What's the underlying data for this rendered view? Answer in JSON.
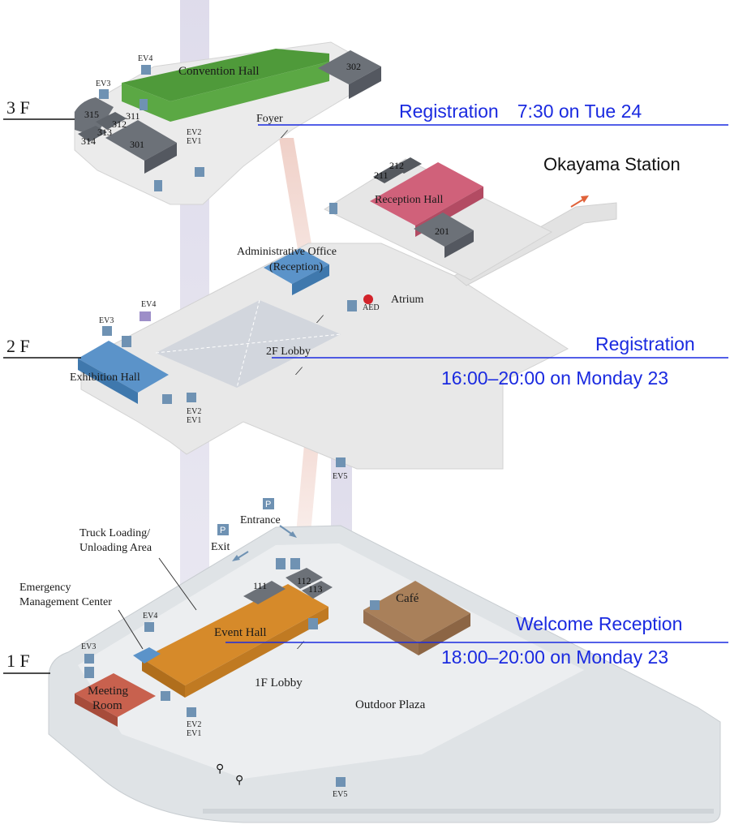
{
  "floors": {
    "f3": "3 F",
    "f2": "2 F",
    "f1": "1 F"
  },
  "rooms3f": {
    "convention_hall": "Convention Hall",
    "foyer": "Foyer",
    "r302": "302",
    "r315": "315",
    "r311": "311",
    "r312": "312",
    "r313": "313",
    "r314": "314",
    "r301": "301"
  },
  "rooms2f": {
    "reception_hall": "Reception Hall",
    "r211": "211",
    "r212": "212",
    "r201": "201",
    "admin_office_1": "Administrative Office",
    "admin_office_2": "(Reception)",
    "atrium": "Atrium",
    "lobby": "2F Lobby",
    "exhibition_hall": "Exhibition Hall",
    "aed": "AED"
  },
  "rooms1f": {
    "event_hall": "Event Hall",
    "r111": "111",
    "r112": "112",
    "r113": "113",
    "cafe": "Café",
    "lobby": "1F Lobby",
    "outdoor_plaza": "Outdoor Plaza",
    "meeting_room_1": "Meeting",
    "meeting_room_2": "Room",
    "truck_1": "Truck Loading/",
    "truck_2": "Unloading Area",
    "emergency_1": "Emergency",
    "emergency_2": "Management Center",
    "entrance": "Entrance",
    "exit": "Exit",
    "parking": "P"
  },
  "elevators": {
    "ev1": "EV1",
    "ev2": "EV2",
    "ev3": "EV3",
    "ev4": "EV4",
    "ev5": "EV5"
  },
  "annotations": {
    "reg3f": "Registration　7:30 on Tue 24",
    "station": "Okayama Station",
    "reg2f_title": "Registration",
    "reg2f_time": "16:00–20:00 on Monday 23",
    "welcome_title": "Welcome Reception",
    "welcome_time": "18:00–20:00 on Monday 23"
  },
  "colors": {
    "convention_hall": "#4f9a3a",
    "reception_hall": "#d0617a",
    "exhibition_hall": "#5b93c9",
    "event_hall": "#d68a2a",
    "cafe": "#a9805a",
    "meeting_room": "#c8614e",
    "dark_room": "#6c7178",
    "annotation_blue": "#1a2ae0",
    "floor_gray": "#e6e6e6"
  }
}
